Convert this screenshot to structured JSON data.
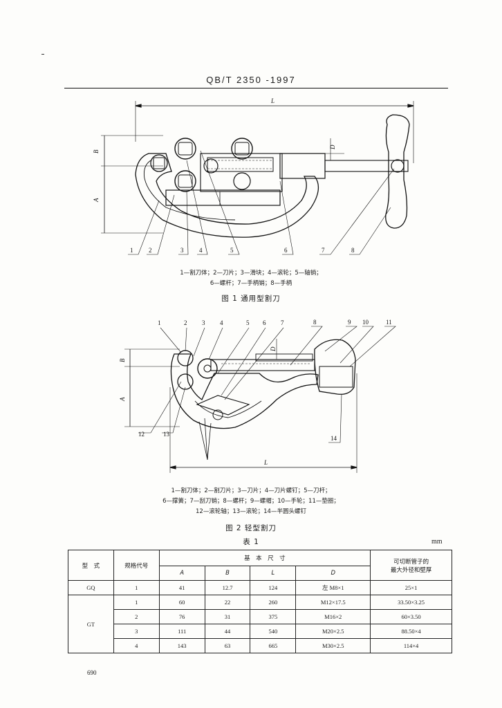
{
  "header": {
    "standard": "QB/T 2350 -1997"
  },
  "figure1": {
    "dim_L": "L",
    "dim_B": "B",
    "dim_A": "A",
    "dim_D": "D",
    "callouts": [
      "1",
      "2",
      "3",
      "4",
      "5",
      "6",
      "7",
      "8"
    ],
    "legend_line1": "1—割刀体；2—刀片；3—滑块；4—滚轮；5—轴销；",
    "legend_line2": "6—螺杆；7—手柄销；8—手柄",
    "caption": "图 1   通用型割刀"
  },
  "figure2": {
    "dim_L": "L",
    "dim_B": "B",
    "dim_A": "A",
    "dim_D": "D",
    "callouts_top": [
      "1",
      "2",
      "3",
      "4",
      "5",
      "6",
      "7",
      "8",
      "9",
      "10",
      "11"
    ],
    "callouts_bottom": [
      "12",
      "13",
      "14"
    ],
    "legend_line1": "1—割刀体；2—割刀片；3—刀片；4—刀片螺钉；5—刀杆；",
    "legend_line2": "6—撑簧；7—刮刀销；8—螺杆；9—螺帽；10—手轮；11—垫圈；",
    "legend_line3": "12—滚轮轴；13—滚轮；14—半圆头螺钉",
    "caption": "图 2   轻型割刀"
  },
  "table": {
    "title": "表 1",
    "unit": "mm",
    "headers": {
      "type": "型　式",
      "spec_code": "规格代号",
      "basic_dims": "基　本　尺　寸",
      "max_pipe": "可切断管子的",
      "max_pipe2": "最大外径和壁厚",
      "A": "A",
      "B": "B",
      "L": "L",
      "D": "D"
    },
    "rows": [
      {
        "type": "GQ",
        "code": "1",
        "A": "41",
        "B": "12.7",
        "L": "124",
        "D": "左 M8×1",
        "max": "25×1"
      },
      {
        "type": "GT",
        "code": "1",
        "A": "60",
        "B": "22",
        "L": "260",
        "D": "M12×17.5",
        "max": "33.50×3.25"
      },
      {
        "type": "",
        "code": "2",
        "A": "76",
        "B": "31",
        "L": "375",
        "D": "M16×2",
        "max": "60×3.50"
      },
      {
        "type": "",
        "code": "3",
        "A": "111",
        "B": "44",
        "L": "540",
        "D": "M20×2.5",
        "max": "88.50×4"
      },
      {
        "type": "",
        "code": "4",
        "A": "143",
        "B": "63",
        "L": "665",
        "D": "M30×2.5",
        "max": "114×4"
      }
    ]
  },
  "footer": {
    "page_number": "690"
  }
}
